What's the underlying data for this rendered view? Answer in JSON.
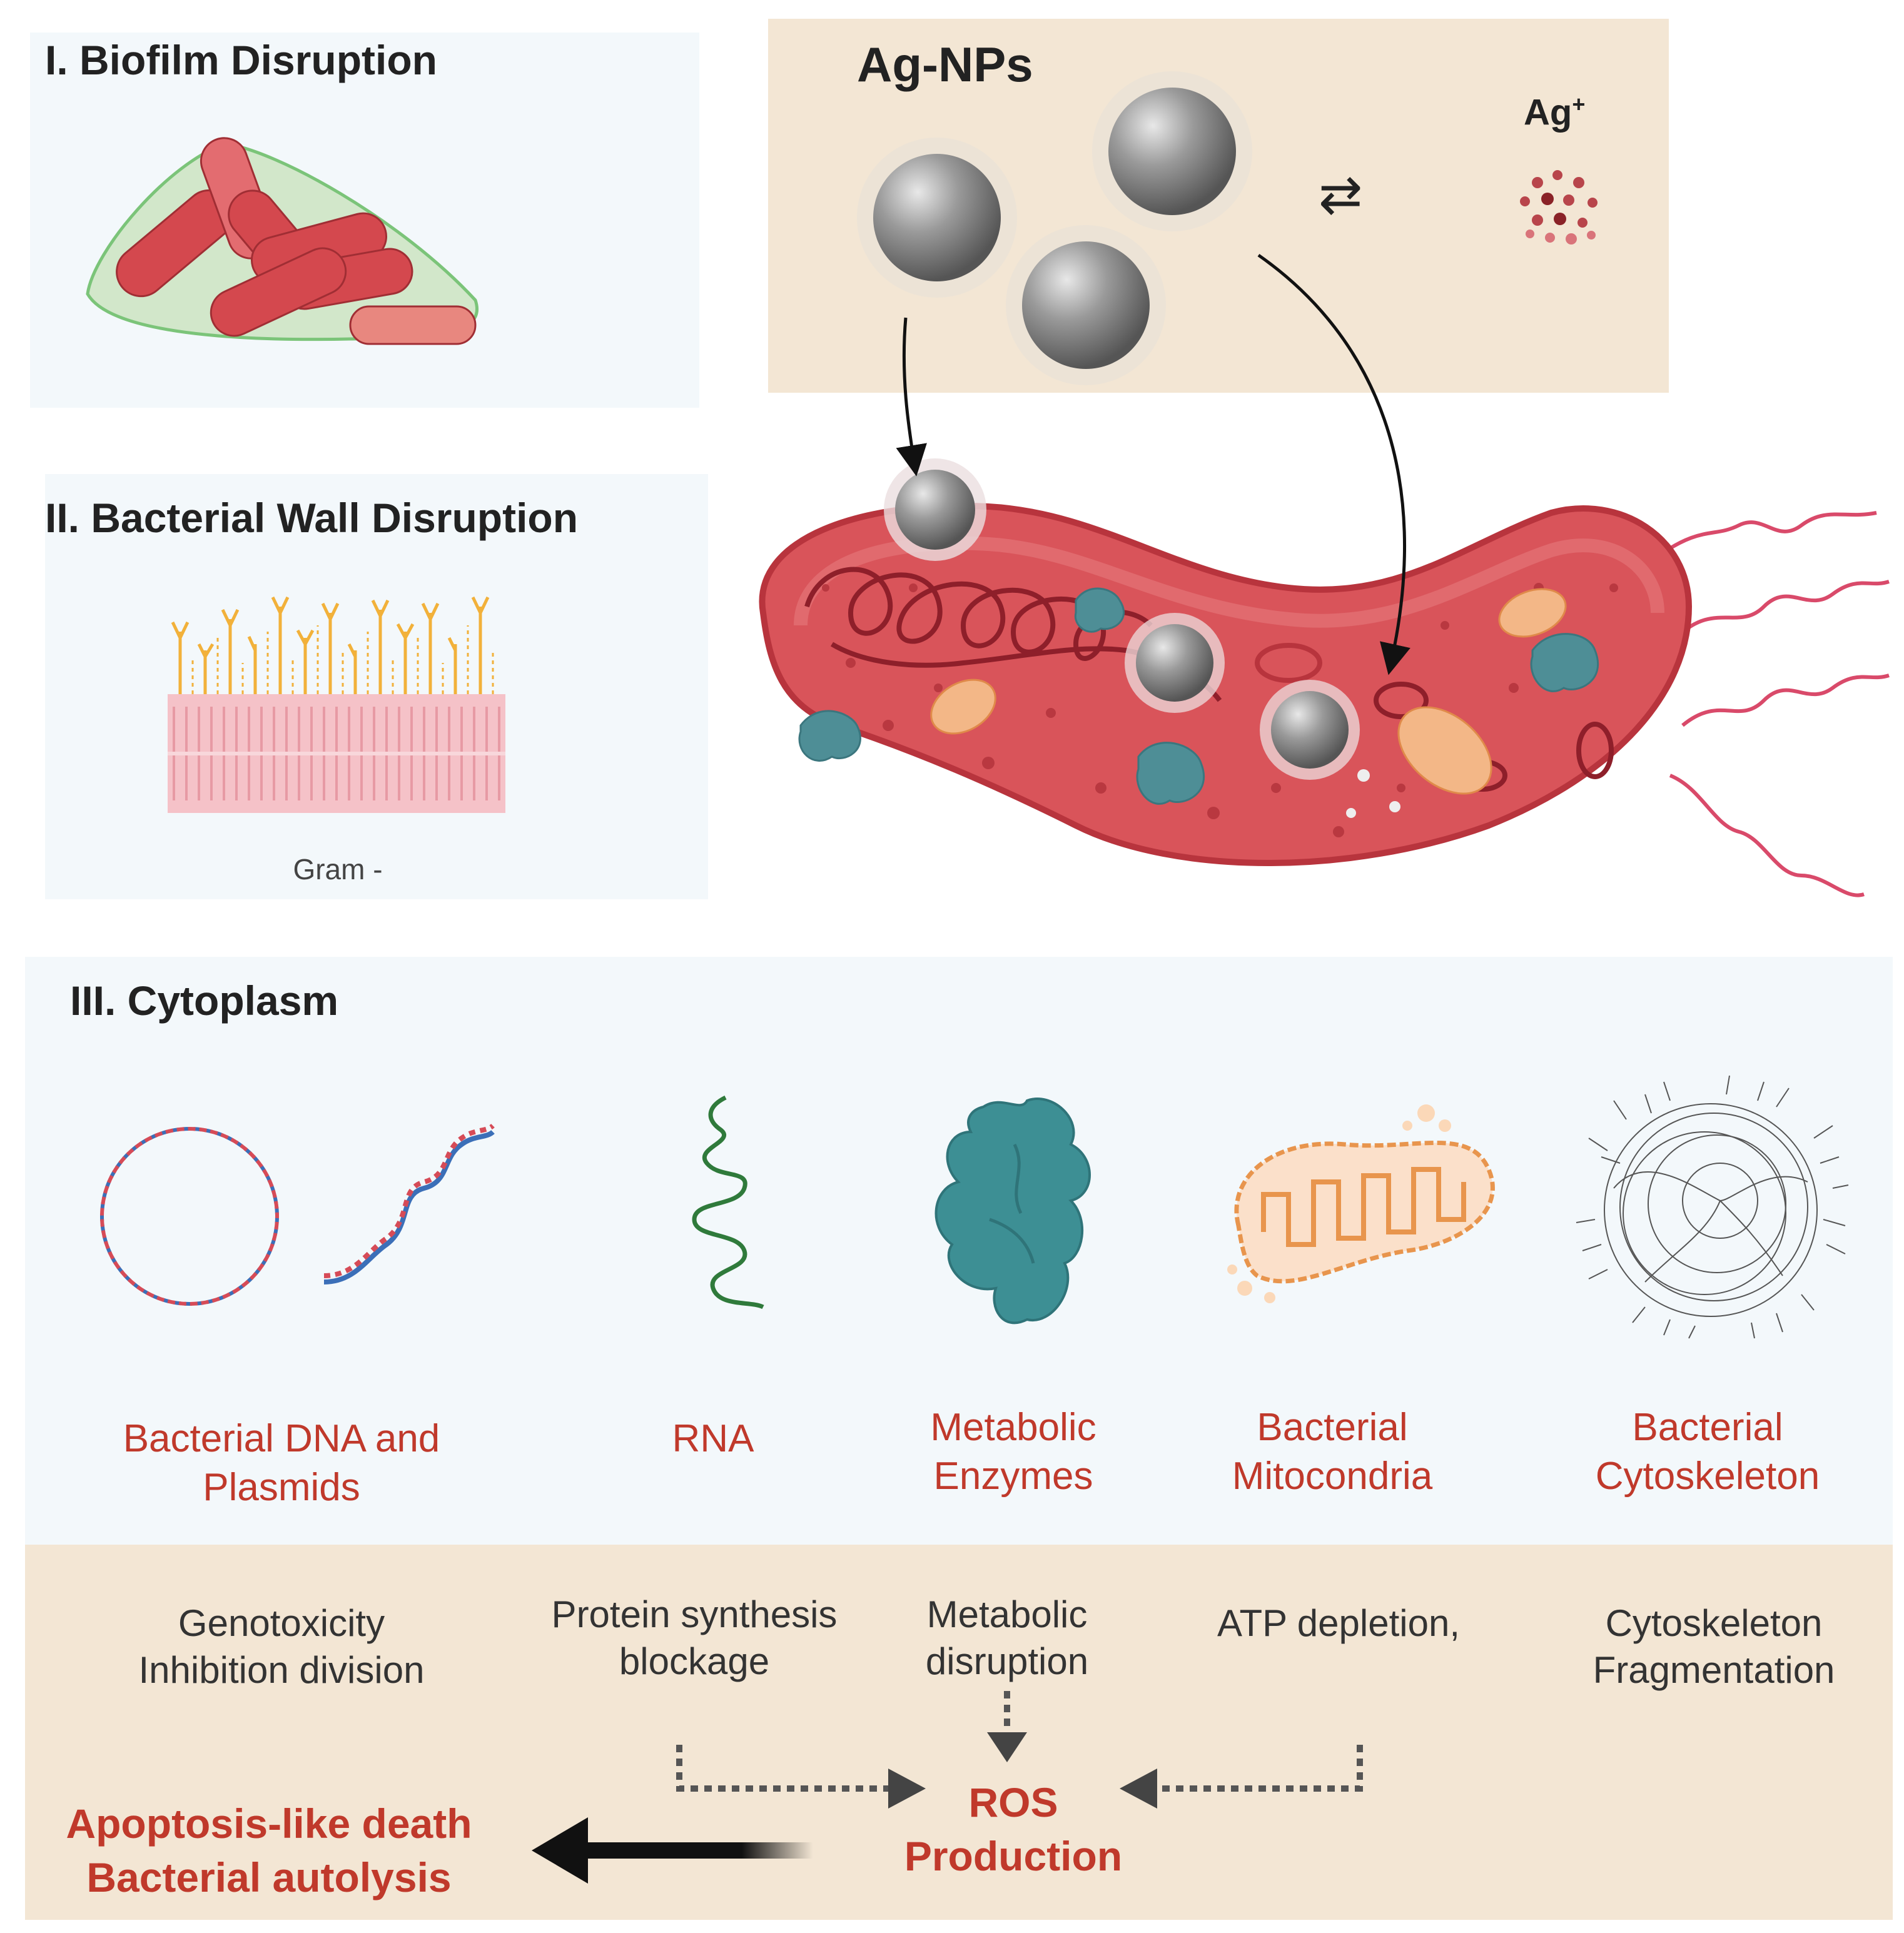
{
  "panels": {
    "biofilm": {
      "title": "I. Biofilm Disruption"
    },
    "wall": {
      "title": "II. Bacterial Wall Disruption",
      "membrane_label": "Gram -"
    },
    "agnp": {
      "title": "Ag-NPs",
      "ion_base": "Ag",
      "ion_charge": "+",
      "exchange_symbol": "⇄"
    },
    "cytoplasm": {
      "title": "III. Cytoplasm"
    }
  },
  "targets": [
    {
      "line1": "Bacterial  DNA and",
      "line2": "Plasmids"
    },
    {
      "line1": "RNA",
      "line2": ""
    },
    {
      "line1": "Metabolic",
      "line2": "Enzymes"
    },
    {
      "line1": "Bacterial",
      "line2": "Mitocondria"
    },
    {
      "line1": "Bacterial",
      "line2": "Cytoskeleton"
    }
  ],
  "effects": [
    {
      "line1": "Genotoxicity",
      "line2": "Inhibition  division"
    },
    {
      "line1": "Protein synthesis",
      "line2": "blockage"
    },
    {
      "line1": "Metabolic",
      "line2": "disruption"
    },
    {
      "line1": "ATP depletion,",
      "line2": ""
    },
    {
      "line1": "Cytoskeleton",
      "line2": "Fragmentation"
    }
  ],
  "outcomes": {
    "ros_line1": "ROS",
    "ros_line2": "Production",
    "death_line1": "Apoptosis-like death",
    "death_line2": "Bacterial autolysis"
  },
  "colors": {
    "panel_light": "#f3f8fb",
    "panel_tan": "#f3e6d4",
    "label_red": "#c0392b",
    "bacterium_red": "#d9545a",
    "enzyme_teal": "#3f8f95",
    "mito_orange": "#f0a868"
  }
}
